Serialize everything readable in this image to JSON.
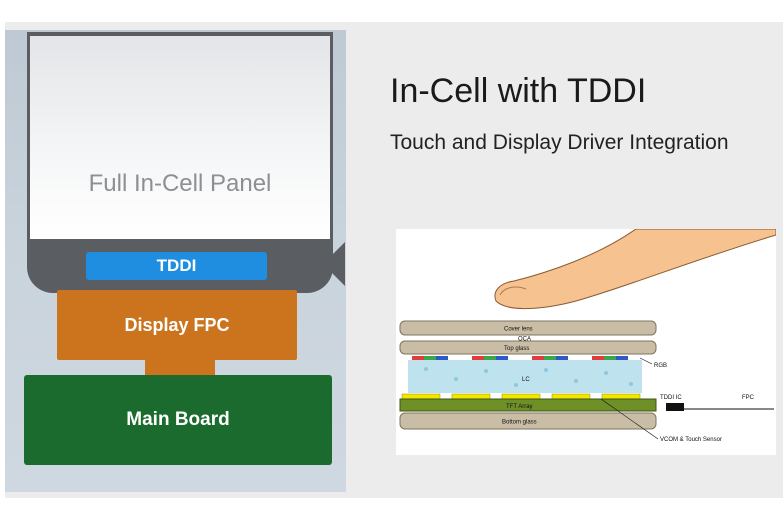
{
  "left": {
    "panel_label": "Full In-Cell Panel",
    "chip_label": "TDDI",
    "fpc_label": "Display FPC",
    "board_label": "Main Board"
  },
  "right": {
    "title": "In-Cell with TDDI",
    "subtitle": "Touch and Display Driver Integration"
  },
  "stack": {
    "layers": {
      "cover_lens": "Cover lens",
      "oca": "OCA",
      "top_glass": "Top glass",
      "rgb": "RGB",
      "lc": "LC",
      "tft_array": "TFT Array",
      "bottom_glass": "Bottom glass"
    },
    "callouts": {
      "tddi_ic": "TDDI IC",
      "fpc": "FPC",
      "vcom": "VCOM & Touch Sensor"
    }
  },
  "colors": {
    "device_frame": "#5a5d62",
    "tddi_chip": "#1f8ee0",
    "display_fpc": "#cc741d",
    "main_board": "#1a6b2d",
    "glass_layer": "#c9bda5",
    "tft_array": "#6f8f27",
    "lc_layer": "#bfe2ef",
    "electrode": "#f3e600"
  }
}
